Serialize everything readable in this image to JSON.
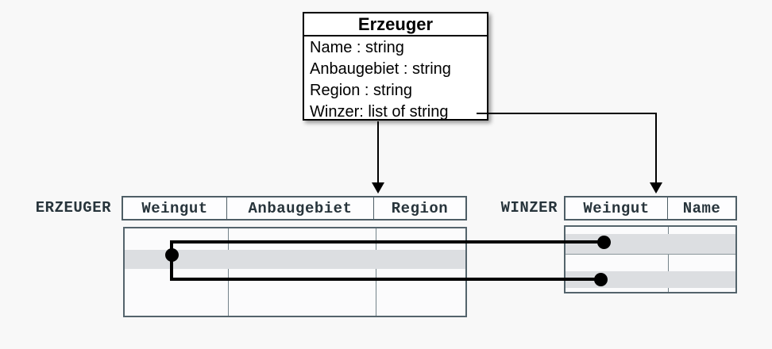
{
  "class_box": {
    "title": "Erzeuger",
    "attributes": [
      "Name : string",
      "Anbaugebiet : string",
      "Region : string",
      "Winzer: list of string"
    ]
  },
  "tables": {
    "erzeuger": {
      "label": "ERZEUGER",
      "columns": [
        "Weingut",
        "Anbaugebiet",
        "Region"
      ],
      "shaded_rows": [
        1
      ]
    },
    "winzer": {
      "label": "WINZER",
      "columns": [
        "Weingut",
        "Name"
      ],
      "shaded_rows": [
        1,
        3
      ]
    }
  },
  "colors": {
    "background": "#f8f8f8",
    "row_shade": "#dcdee1",
    "table_border": "#4e5e66",
    "grid_line": "#74838a",
    "label_text": "#27343b",
    "connector": "#000000"
  }
}
